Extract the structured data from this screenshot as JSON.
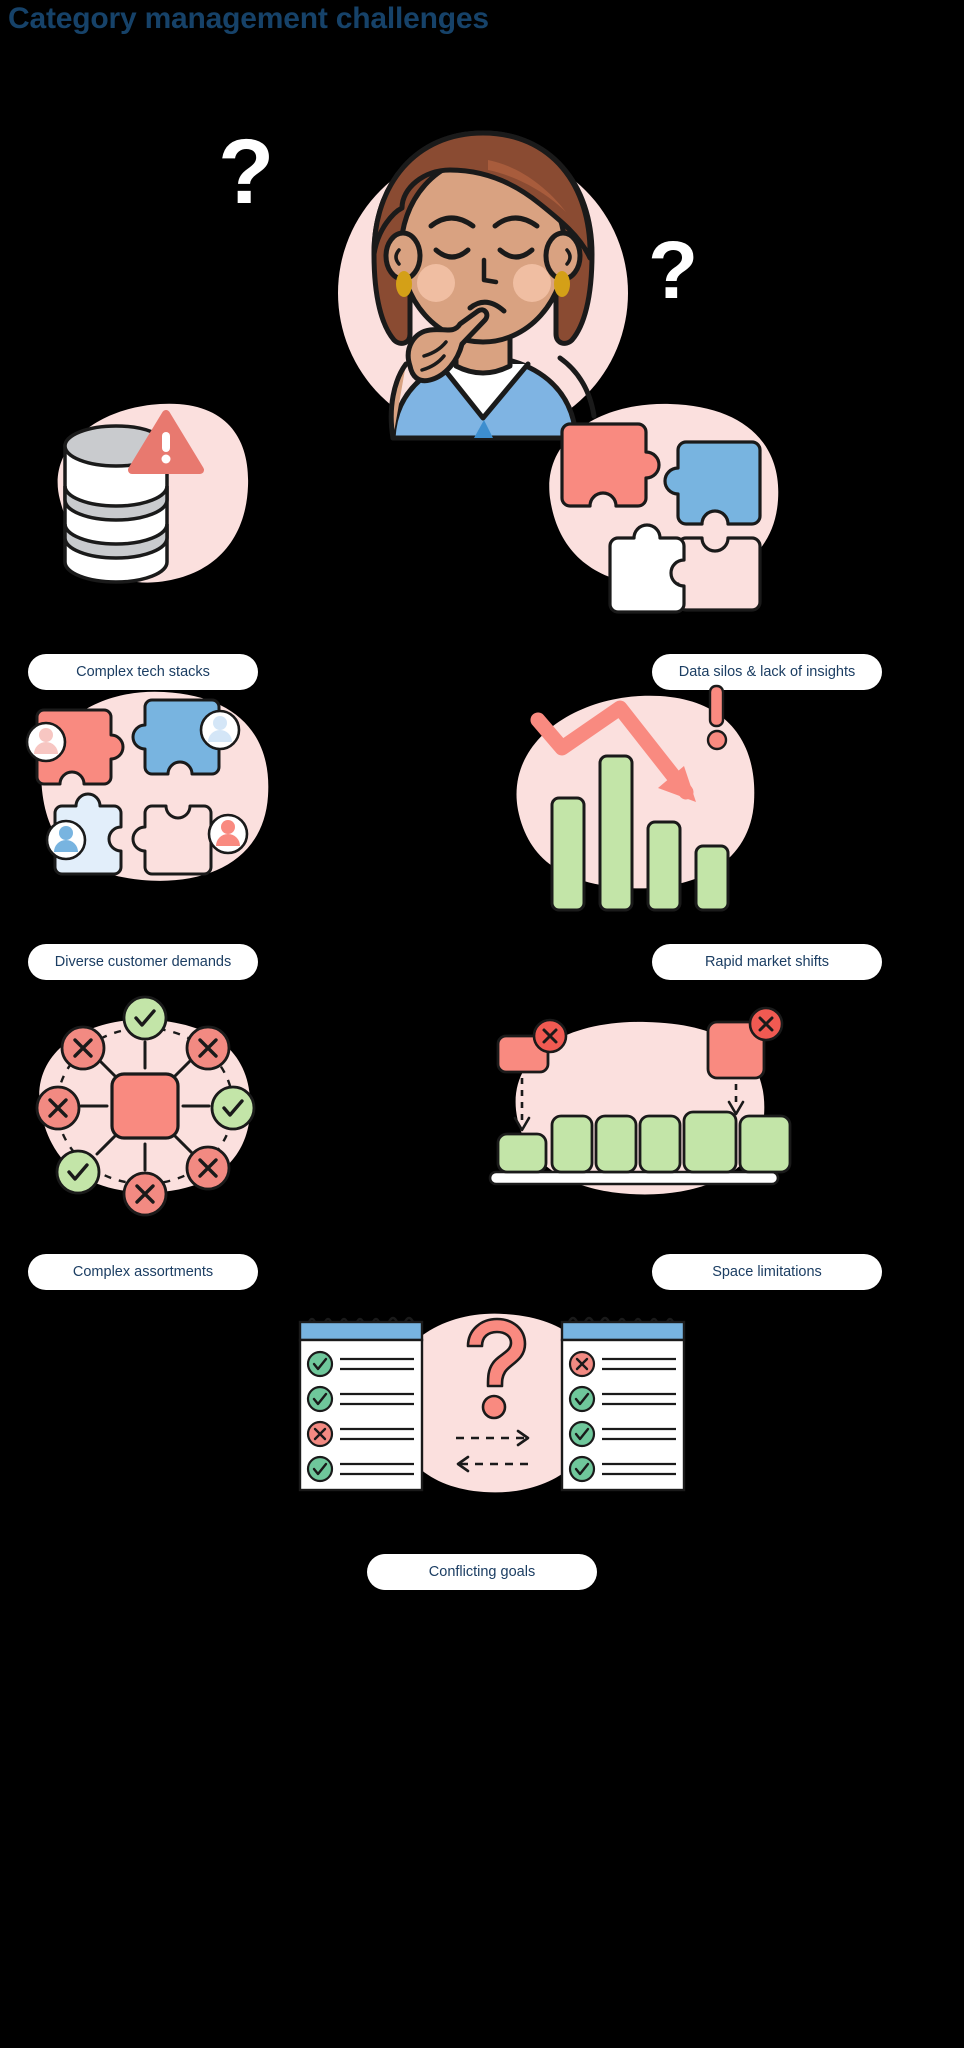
{
  "header": {
    "title": "Category management challenges",
    "title_color": "#164269"
  },
  "theme": {
    "background": "#000000",
    "blush": "#FBE0DE",
    "coral": "#F98A80",
    "coral_dark": "#E8796F",
    "blue": "#78B4E0",
    "green": "#C3E5A8",
    "green_dark": "#6FC79B",
    "white": "#FFFFFF",
    "outline": "#1A1A1A",
    "pill_bg": "#FFFFFF",
    "pill_text": "#1C3E63",
    "hair": "#8A4B32",
    "hair_light": "#A85C3C",
    "skin": "#D9A281",
    "shirt": "#7FB4E3",
    "earring": "#D4A017"
  },
  "hero": {
    "name": "thinking-person-illustration",
    "question_marks": [
      "?",
      "?"
    ],
    "description": "Confused woman with hand on chin surrounded by question marks"
  },
  "challenges": [
    {
      "id": "complex-tech-stacks",
      "label": "Complex tech stacks",
      "icon": "database-warning-icon",
      "side": "left",
      "row": 1
    },
    {
      "id": "data-silos",
      "label": "Data silos & lack of insights",
      "icon": "puzzle-pieces-icon",
      "side": "right",
      "row": 1
    },
    {
      "id": "diverse-customer-demands",
      "label": "Diverse customer demands",
      "icon": "puzzle-people-icon",
      "side": "left",
      "row": 2
    },
    {
      "id": "rapid-market-shifts",
      "label": "Rapid market shifts",
      "icon": "declining-chart-icon",
      "side": "right",
      "row": 2
    },
    {
      "id": "complex-assortments",
      "label": "Complex assortments",
      "icon": "radial-nodes-icon",
      "side": "left",
      "row": 3
    },
    {
      "id": "space-limitations",
      "label": "Space limitations",
      "icon": "shelf-boxes-icon",
      "side": "right",
      "row": 3
    },
    {
      "id": "conflicting-goals",
      "label": "Conflicting goals",
      "icon": "two-checklists-icon",
      "side": "center",
      "row": 4
    }
  ]
}
